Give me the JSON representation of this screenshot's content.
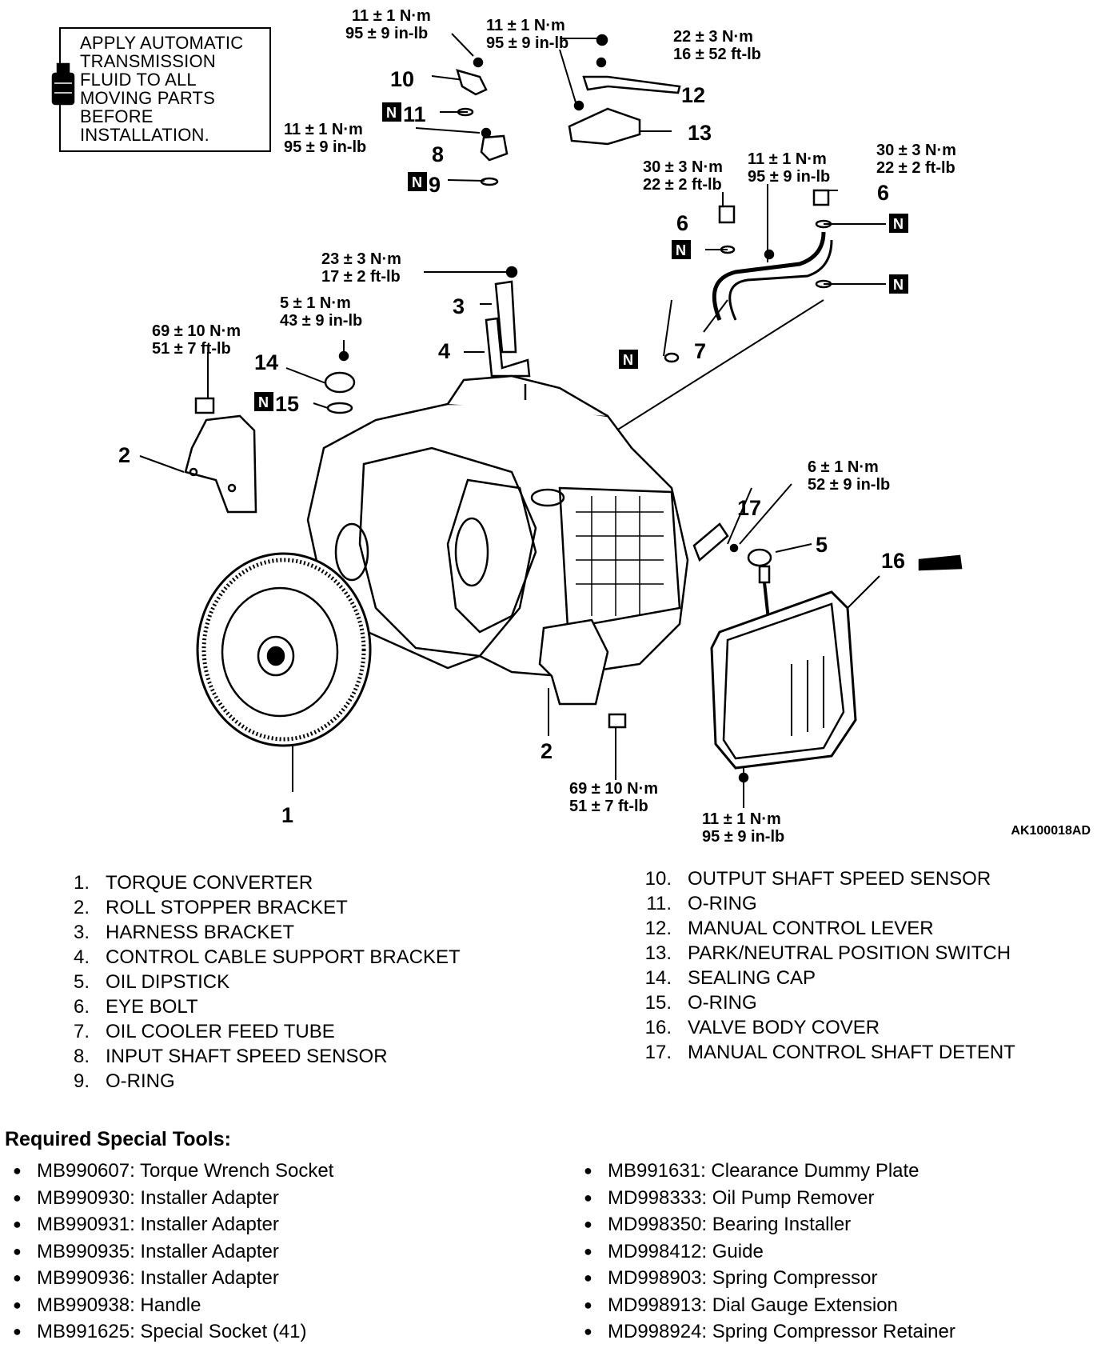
{
  "note": {
    "lines": [
      "APPLY AUTOMATIC",
      "TRANSMISSION",
      "FLUID TO ALL",
      "MOVING PARTS",
      "BEFORE",
      "INSTALLATION."
    ]
  },
  "figure_code": "AK100018AD",
  "torque_specs": [
    [
      "11 ± 1 N·m",
      "95 ± 9 in-lb"
    ],
    [
      "11 ± 1 N·m",
      "95 ± 9 in-lb"
    ],
    [
      "22 ± 3 N·m",
      "16 ± 52 ft-lb"
    ],
    [
      "11 ± 1 N·m",
      "95 ± 9 in-lb"
    ],
    [
      "30 ± 3 N·m",
      "22 ± 2 ft-lb"
    ],
    [
      "11 ± 1 N·m",
      "95 ± 9 in-lb"
    ],
    [
      "30 ± 3 N·m",
      "22 ± 2 ft-lb"
    ],
    [
      "23 ± 3 N·m",
      "17 ± 2 ft-lb"
    ],
    [
      "5 ± 1 N·m",
      "43 ± 9 in-lb"
    ],
    [
      "69 ± 10 N·m",
      "51 ± 7 ft-lb"
    ],
    [
      "6 ± 1 N·m",
      "52 ± 9 in-lb"
    ],
    [
      "69 ± 10 N·m",
      "51 ± 7 ft-lb"
    ],
    [
      "11 ± 1 N·m",
      "95 ± 9 in-lb"
    ]
  ],
  "callouts": [
    "10",
    "11",
    "8",
    "9",
    "12",
    "13",
    "6",
    "6",
    "3",
    "4",
    "7",
    "14",
    "15",
    "2",
    "17",
    "5",
    "16",
    "2",
    "1"
  ],
  "n_badge": "N",
  "legend_left": [
    {
      "num": "1.",
      "name": "TORQUE CONVERTER"
    },
    {
      "num": "2.",
      "name": "ROLL STOPPER BRACKET"
    },
    {
      "num": "3.",
      "name": "HARNESS BRACKET"
    },
    {
      "num": "4.",
      "name": "CONTROL CABLE SUPPORT BRACKET"
    },
    {
      "num": "5.",
      "name": "OIL DIPSTICK"
    },
    {
      "num": "6.",
      "name": "EYE BOLT"
    },
    {
      "num": "7.",
      "name": "OIL COOLER FEED TUBE"
    },
    {
      "num": "8.",
      "name": "INPUT SHAFT SPEED SENSOR"
    },
    {
      "num": "9.",
      "name": "O-RING"
    }
  ],
  "legend_right": [
    {
      "num": "10.",
      "name": "OUTPUT SHAFT SPEED SENSOR"
    },
    {
      "num": "11.",
      "name": "O-RING"
    },
    {
      "num": "12.",
      "name": "MANUAL CONTROL LEVER"
    },
    {
      "num": "13.",
      "name": "PARK/NEUTRAL POSITION SWITCH"
    },
    {
      "num": "14.",
      "name": "SEALING CAP"
    },
    {
      "num": "15.",
      "name": "O-RING"
    },
    {
      "num": "16.",
      "name": "VALVE BODY COVER"
    },
    {
      "num": "17.",
      "name": "MANUAL CONTROL SHAFT DETENT"
    }
  ],
  "tools_heading": "Required Special Tools:",
  "tools_bullet": "●",
  "tools_left": [
    "MB990607: Torque Wrench Socket",
    "MB990930: Installer Adapter",
    "MB990931: Installer Adapter",
    "MB990935: Installer Adapter",
    "MB990936: Installer Adapter",
    "MB990938: Handle",
    "MB991625: Special Socket (41)"
  ],
  "tools_right": [
    "MB991631: Clearance Dummy Plate",
    "MD998333: Oil Pump Remover",
    "MD998350: Bearing Installer",
    "MD998412: Guide",
    "MD998903: Spring Compressor",
    "MD998913: Dial Gauge Extension",
    "MD998924: Spring Compressor Retainer"
  ]
}
